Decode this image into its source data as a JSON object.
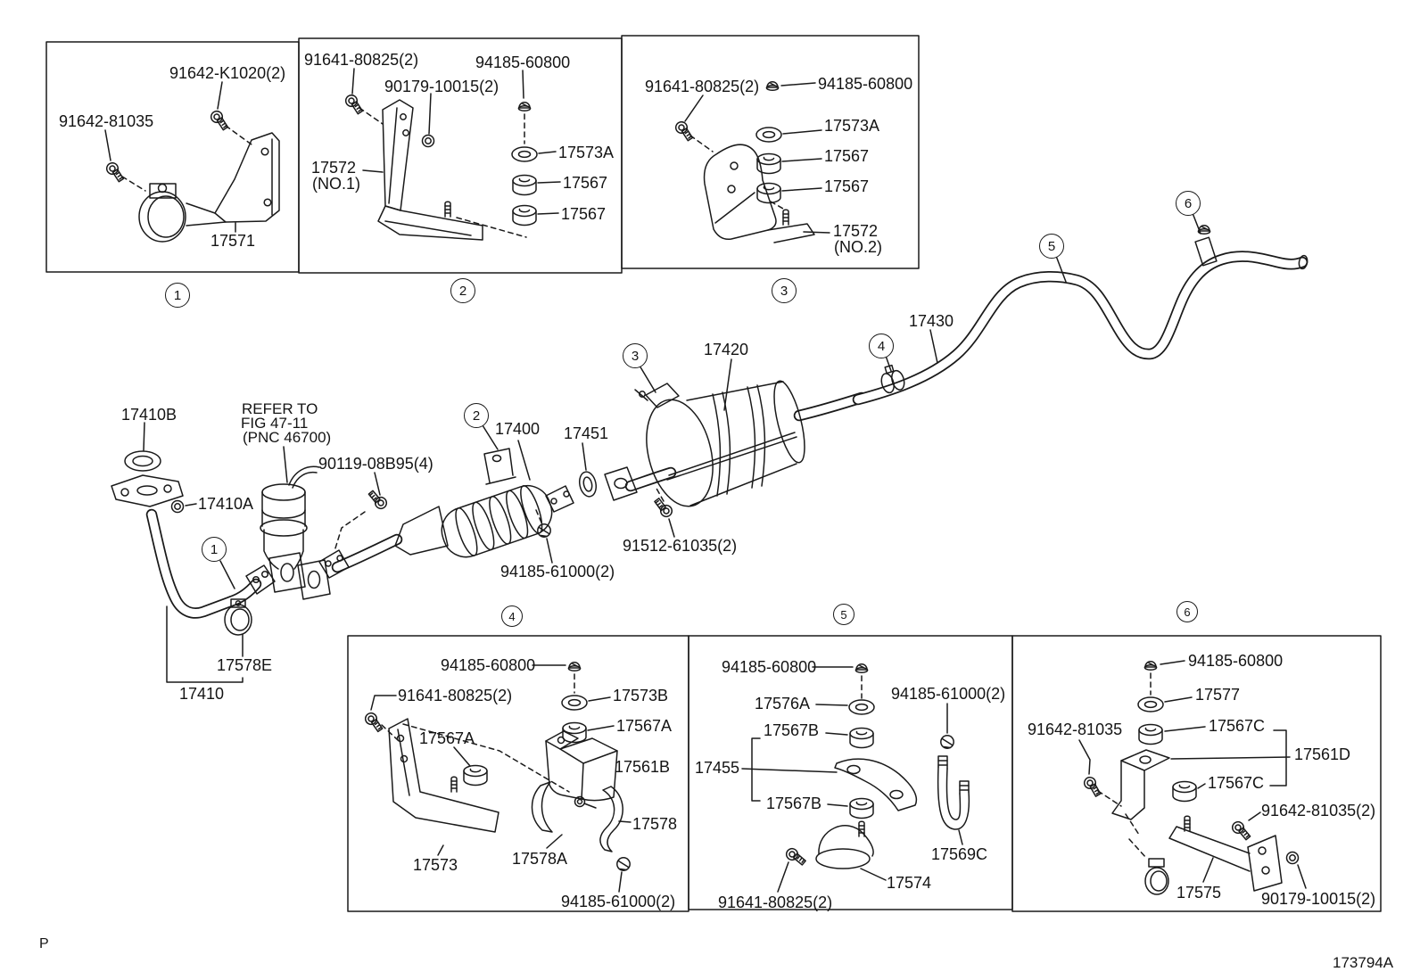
{
  "figure": {
    "corner_mark": "P",
    "figure_code": "173794A"
  },
  "callouts": {
    "c1": "1",
    "c2": "2",
    "c3": "3",
    "c4": "4",
    "c5": "5",
    "c6": "6"
  },
  "inset1": {
    "bolt_top": "91642-K1020(2)",
    "bolt_left": "91642-81035",
    "bracket": "17571"
  },
  "inset2": {
    "bolt": "91641-80825(2)",
    "cap_nut": "94185-60800",
    "stud_nut": "90179-10015(2)",
    "bracket": "17572",
    "bracket_no": "(NO.1)",
    "washer": "17573A",
    "cushion_1": "17567",
    "cushion_2": "17567"
  },
  "inset3": {
    "bolt": "91641-80825(2)",
    "cap_nut": "94185-60800",
    "washer": "17573A",
    "cushion_1": "17567",
    "cushion_2": "17567",
    "bracket": "17572",
    "bracket_no": "(NO.2)"
  },
  "main": {
    "front_gasket": "17410B",
    "refer_line1": "REFER TO",
    "refer_line2": "FIG 47-11",
    "refer_line3": "(PNC 46700)",
    "front_nut": "17410A",
    "front_pipe": "17410",
    "pipe_clamp": "17578E",
    "center_bolt": "90119-08B95(4)",
    "catalyst": "17400",
    "gasket": "17451",
    "center_nut": "94185-61000(2)",
    "muffler": "17420",
    "muffler_bolt": "91512-61035(2)",
    "tailpipe": "17430"
  },
  "inset4": {
    "cap_nut": "94185-60800",
    "bolt": "91641-80825(2)",
    "washer": "17573B",
    "cushion_right": "17567A",
    "cushion_left": "17567A",
    "hanger_bracket": "17561B",
    "support_bracket": "17573",
    "clamp_a": "17578A",
    "clamp": "17578",
    "lock_nut": "94185-61000(2)"
  },
  "inset5": {
    "cap_nut": "94185-60800",
    "washer": "17576A",
    "cushion_top": "17567B",
    "strap": "17455",
    "lock_nut": "94185-61000(2)",
    "cushion_bottom": "17567B",
    "bracket": "17574",
    "u_bolt": "17569C",
    "bolt": "91641-80825(2)"
  },
  "inset6": {
    "cap_nut": "94185-60800",
    "washer": "17577",
    "bolt_left": "91642-81035",
    "cushion_top": "17567C",
    "hanger_bracket": "17561D",
    "cushion_bottom": "17567C",
    "bolt_right": "91642-81035(2)",
    "support_bracket": "17575",
    "stud_nut": "90179-10015(2)"
  }
}
